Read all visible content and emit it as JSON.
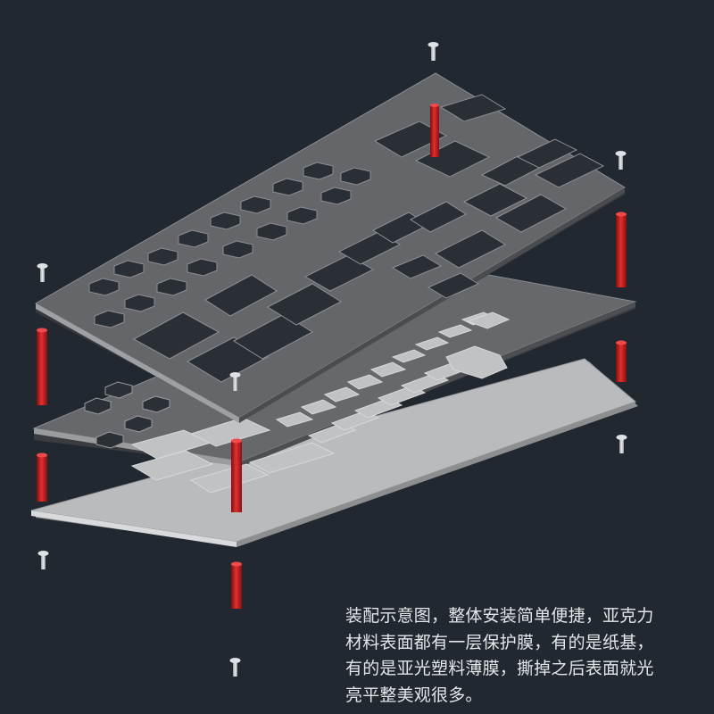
{
  "figure": {
    "caption_lines": [
      "装配示意图，整体安装简单便捷，亚克力",
      "材料表面都有一层保护膜，有的是纸基，",
      "有的是亚光塑料薄膜，撕掉之后表面就光",
      "亮平整美观很多。"
    ]
  },
  "colors": {
    "background": "#212830",
    "top_plate": "#646669",
    "middle_plate": "#66686b",
    "bottom_plate": "#b9bbbd",
    "standoff": "#c41d1d",
    "screw": "#c9ccd0"
  },
  "components": [
    "top-plate",
    "middle-plate",
    "bottom-plate",
    "standoff",
    "screw"
  ]
}
